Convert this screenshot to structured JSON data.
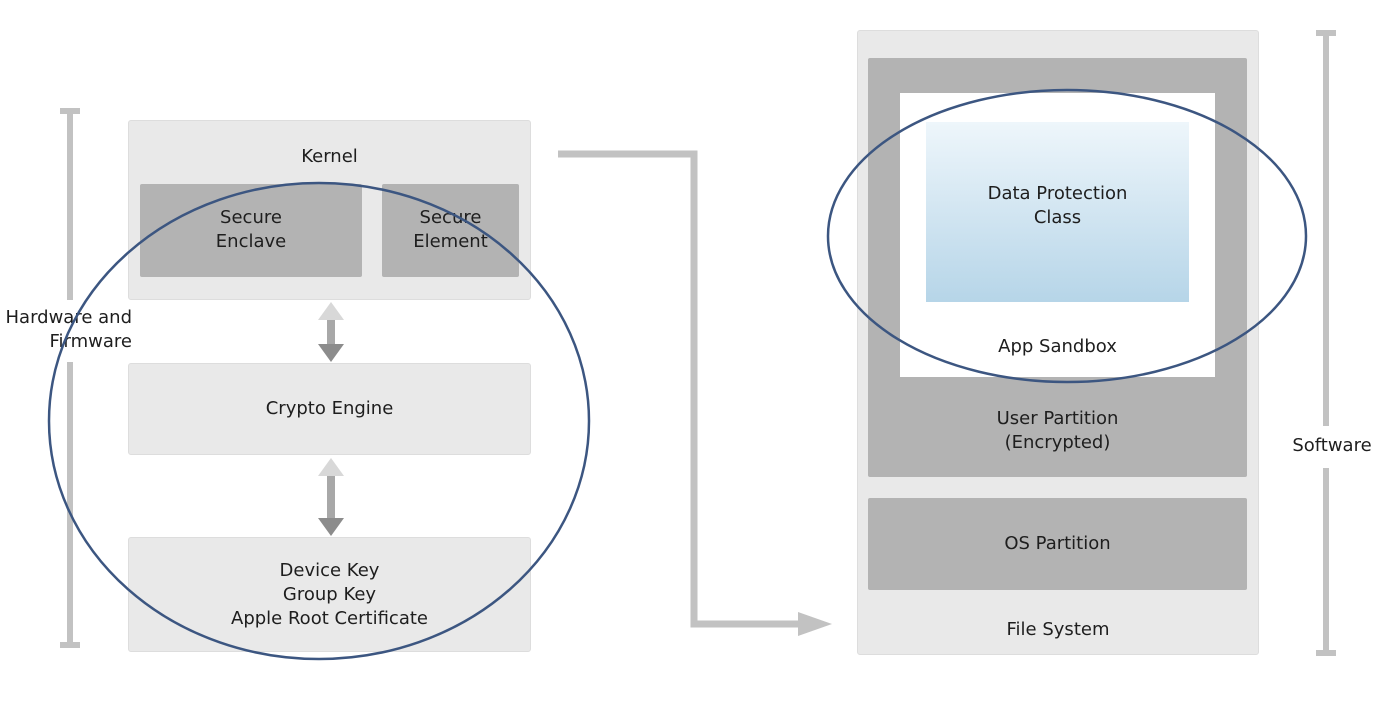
{
  "hardware": {
    "bracket_label": "Hardware and\nFirmware",
    "kernel": "Kernel",
    "secure_enclave": "Secure\nEnclave",
    "secure_element": "Secure\nElement",
    "crypto_engine": "Crypto Engine",
    "keys": "Device Key\nGroup Key\nApple Root Certificate"
  },
  "software": {
    "bracket_label": "Software",
    "data_protection_class": "Data Protection\nClass",
    "app_sandbox": "App Sandbox",
    "user_partition": "User Partition\n(Encrypted)",
    "os_partition": "OS Partition",
    "file_system": "File System"
  },
  "colors": {
    "bracket": "#c2c2c2",
    "light_box": "#e9e9e9",
    "dark_box": "#b3b3b3",
    "gradient_top": "#eef6fb",
    "gradient_bottom": "#b6d5e8",
    "ellipse_stroke": "#3c5681"
  }
}
